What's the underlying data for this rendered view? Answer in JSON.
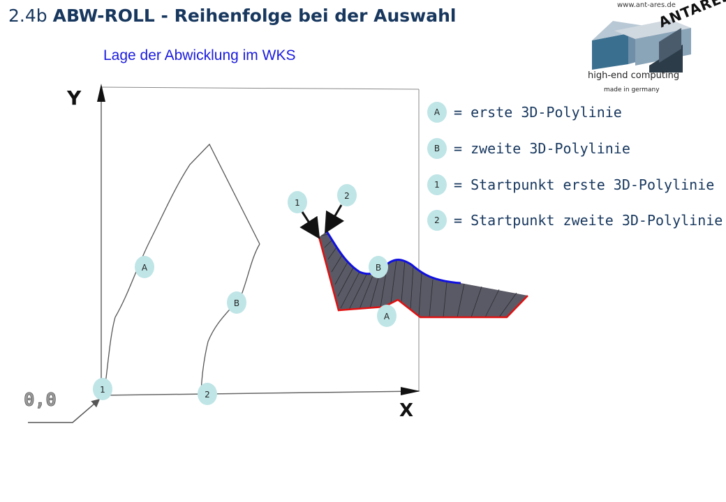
{
  "title": {
    "prefix": "2.4b",
    "main": "ABW-ROLL - Reihenfolge bei der Auswahl"
  },
  "subtitle": "Lage der Abwicklung im WKS",
  "logo": {
    "url": "www.ant-ares.de",
    "brand": "ANTARES",
    "tagline": "high-end computing",
    "subline": "made in germany"
  },
  "axes": {
    "y_label": "Y",
    "x_label": "X",
    "origin_label": "0,0"
  },
  "legend": [
    {
      "marker": "A",
      "text": "= erste 3D-Polylinie"
    },
    {
      "marker": "B",
      "text": "= zweite 3D-Polylinie"
    },
    {
      "marker": "1",
      "text": "= Startpunkt erste 3D-Polylinie"
    },
    {
      "marker": "2",
      "text": "= Startpunkt zweite 3D-Polylinie"
    }
  ],
  "diagram_markers": {
    "curve_a": "A",
    "curve_b": "B",
    "start_1": "1",
    "start_2": "2",
    "surface_b": "B",
    "surface_a": "A",
    "surface_start_1": "1",
    "surface_start_2": "2"
  },
  "colors": {
    "title": "#17375e",
    "subtitle": "#1a1ae0",
    "badge": "#bfe5e6",
    "polyline_first": "#e01010",
    "polyline_second": "#1010e0",
    "surface_fill": "#5a5a66"
  }
}
